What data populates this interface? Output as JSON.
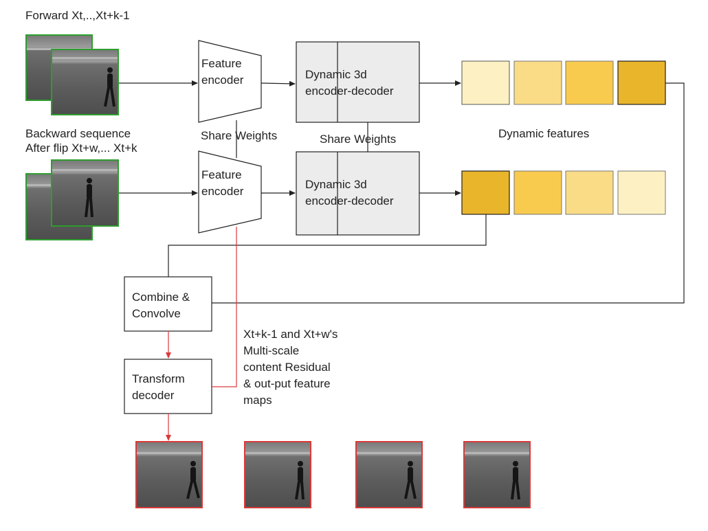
{
  "colors": {
    "line": "#222222",
    "red_line": "#d93a3a",
    "green_border": "#2e9e2e",
    "red_border": "#d93a3a",
    "box_fill": "#ececec",
    "feature_colors_top": [
      "#fdf0c2",
      "#fadc86",
      "#f8ca4e",
      "#e9b52b"
    ],
    "feature_colors_bottom": [
      "#e9b52b",
      "#f8ca4e",
      "#fadc86",
      "#fdf0c2"
    ]
  },
  "labels": {
    "forward_sequence": "Forward Xt,..,Xt+k-1",
    "backward_sequence": "Backward sequence\nAfter flip Xt+w,... Xt+k",
    "share_weights_encoder": "Share Weights",
    "share_weights_dynamic": "Share Weights",
    "dynamic_features": "Dynamic features",
    "residual_note": "Xt+k-1 and Xt+w's\nMulti-scale\ncontent Residual\n& out-put feature\nmaps"
  },
  "boxes": {
    "feature_encoder_top": "Feature\nencoder",
    "feature_encoder_bottom": "Feature\nencoder",
    "dynamic_top": "Dynamic 3d\nencoder-decoder",
    "dynamic_bottom": "Dynamic 3d\nencoder-decoder",
    "combine": "Combine &\nConvolve",
    "transform": "Transform\ndecoder"
  }
}
